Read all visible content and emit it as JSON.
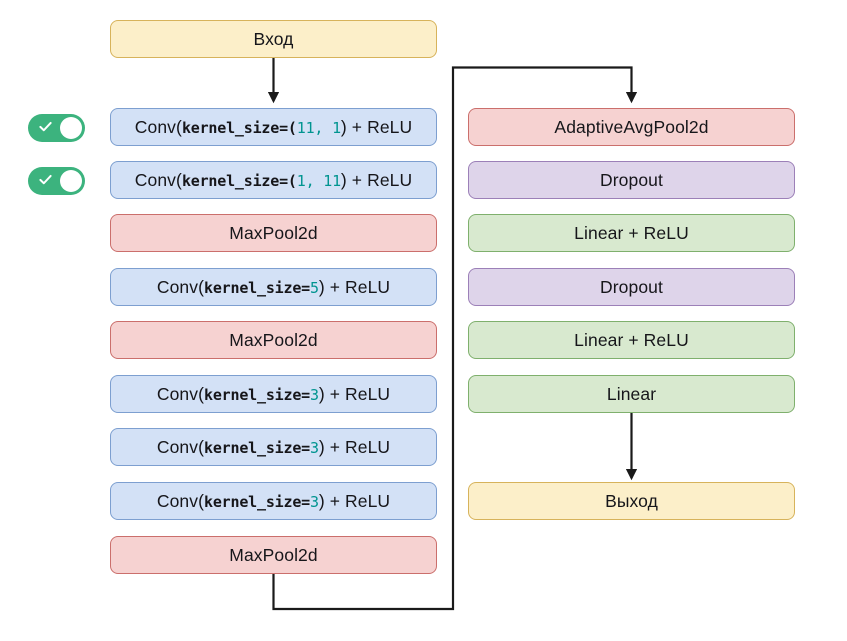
{
  "diagram": {
    "title": "Neural network architecture diagram",
    "colors": {
      "input_output_fill": "#fcefc9",
      "input_output_border": "#d7b35b",
      "conv_fill": "#d3e1f6",
      "conv_border": "#7d9fd0",
      "pool_fill": "#f6d2d1",
      "pool_border": "#cb6f6c",
      "dropout_fill": "#ded4ea",
      "dropout_border": "#9c80b8",
      "linear_fill": "#d8e9cf",
      "linear_border": "#7fb06d",
      "toggle_on": "#3cb37e",
      "number_accent": "#009490",
      "wire": "#1a1a1a"
    },
    "left_column": [
      {
        "id": "input",
        "name": "input-node",
        "type": "io",
        "label": "Вход",
        "toggle": null
      },
      {
        "id": "conv1",
        "name": "conv-node-1",
        "type": "conv",
        "prefix": "Conv(",
        "keyword": "kernel_size=",
        "open": "(",
        "value": "11, 1",
        "close": ")",
        "suffix": ") + ReLU",
        "label": "Conv(kernel_size=(11, 1) + ReLU",
        "toggle": {
          "name": "toggle-conv-1",
          "state": "on"
        }
      },
      {
        "id": "conv2",
        "name": "conv-node-2",
        "type": "conv",
        "prefix": "Conv(",
        "keyword": "kernel_size=",
        "open": "(",
        "value": "1, 11",
        "close": ")",
        "suffix": ") + ReLU",
        "label": "Conv(kernel_size=(1, 11) + ReLU",
        "toggle": {
          "name": "toggle-conv-2",
          "state": "on"
        }
      },
      {
        "id": "pool1",
        "name": "maxpool-node-1",
        "type": "pool",
        "label": "MaxPool2d",
        "toggle": null
      },
      {
        "id": "conv3",
        "name": "conv-node-3",
        "type": "conv",
        "prefix": "Conv(",
        "keyword": "kernel_size=",
        "open": "",
        "value": "5",
        "close": "",
        "suffix": ") + ReLU",
        "label": "Conv(kernel_size=5) + ReLU",
        "toggle": null
      },
      {
        "id": "pool2",
        "name": "maxpool-node-2",
        "type": "pool",
        "label": "MaxPool2d",
        "toggle": null
      },
      {
        "id": "conv4",
        "name": "conv-node-4",
        "type": "conv",
        "prefix": "Conv(",
        "keyword": "kernel_size=",
        "open": "",
        "value": "3",
        "close": "",
        "suffix": ") + ReLU",
        "label": "Conv(kernel_size=3) + ReLU",
        "toggle": null
      },
      {
        "id": "conv5",
        "name": "conv-node-5",
        "type": "conv",
        "prefix": "Conv(",
        "keyword": "kernel_size=",
        "open": "",
        "value": "3",
        "close": "",
        "suffix": ") + ReLU",
        "label": "Conv(kernel_size=3) + ReLU",
        "toggle": null
      },
      {
        "id": "conv6",
        "name": "conv-node-6",
        "type": "conv",
        "prefix": "Conv(",
        "keyword": "kernel_size=",
        "open": "",
        "value": "3",
        "close": "",
        "suffix": ") + ReLU",
        "label": "Conv(kernel_size=3) + ReLU",
        "toggle": null
      },
      {
        "id": "pool3",
        "name": "maxpool-node-3",
        "type": "pool",
        "label": "MaxPool2d",
        "toggle": null
      }
    ],
    "right_column": [
      {
        "id": "avgpool",
        "name": "adaptiveavgpool-node",
        "type": "pool",
        "label": "AdaptiveAvgPool2d"
      },
      {
        "id": "dropout1",
        "name": "dropout-node-1",
        "type": "dropout",
        "label": "Dropout"
      },
      {
        "id": "linear1",
        "name": "linear-relu-node-1",
        "type": "linear",
        "label": "Linear + ReLU"
      },
      {
        "id": "dropout2",
        "name": "dropout-node-2",
        "type": "dropout",
        "label": "Dropout"
      },
      {
        "id": "linear2",
        "name": "linear-relu-node-2",
        "type": "linear",
        "label": "Linear + ReLU"
      },
      {
        "id": "linear3",
        "name": "linear-node",
        "type": "linear",
        "label": "Linear"
      },
      {
        "id": "output",
        "name": "output-node",
        "type": "io",
        "label": "Выход"
      }
    ]
  }
}
